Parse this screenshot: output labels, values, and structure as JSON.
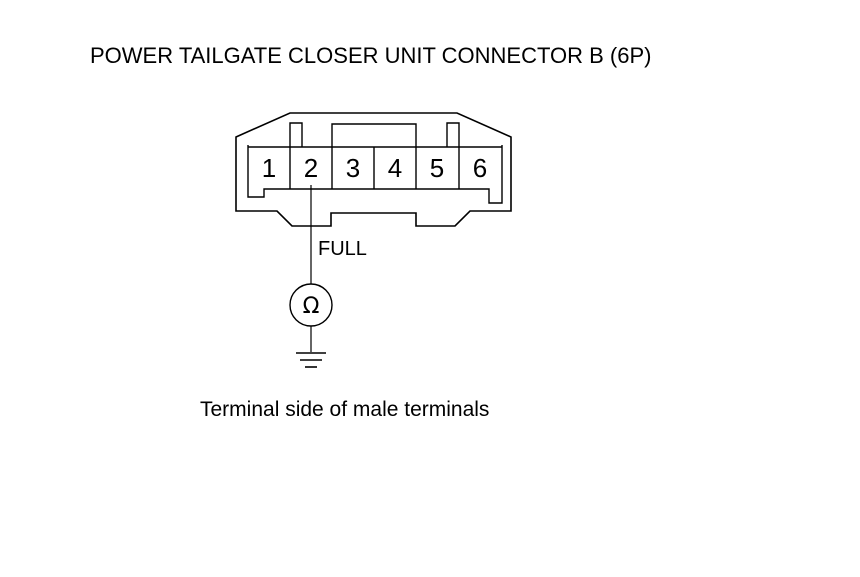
{
  "title": "POWER TAILGATE CLOSER UNIT CONNECTOR B (6P)",
  "caption": "Terminal side of male terminals",
  "connector": {
    "pins": [
      "1",
      "2",
      "3",
      "4",
      "5",
      "6"
    ]
  },
  "probe": {
    "label": "FULL",
    "meter_symbol": "Ω"
  },
  "icons": {
    "meter": "ohmmeter-icon",
    "ground": "ground-icon"
  }
}
